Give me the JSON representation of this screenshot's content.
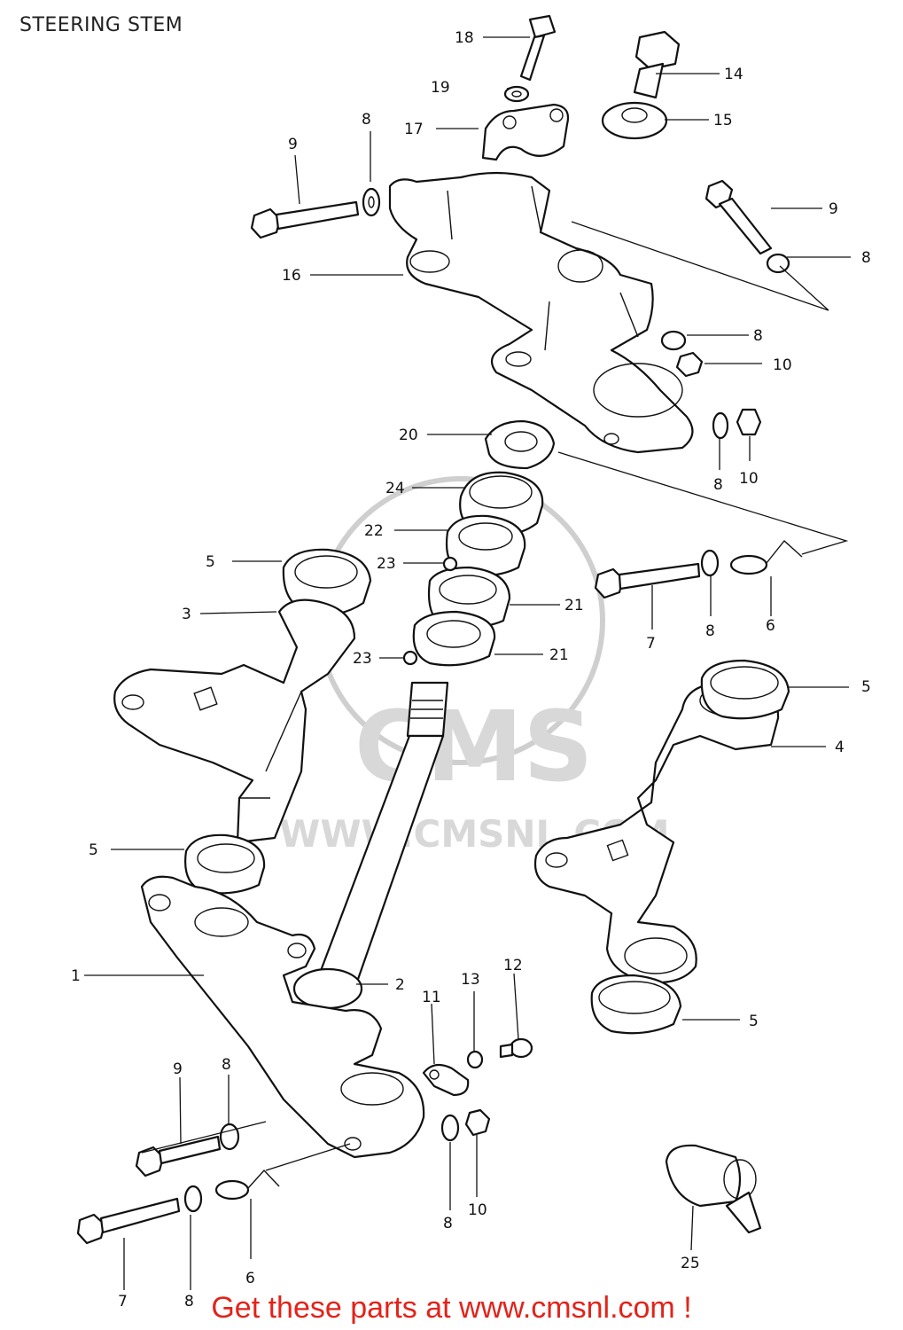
{
  "title": "STEERING STEM",
  "footer": "Get these parts at www.cmsnl.com !",
  "watermark": {
    "logo": "CMS",
    "url": "WWW.CMSNL.COM"
  },
  "callouts": [
    "18",
    "14",
    "19",
    "15",
    "17",
    "8",
    "9",
    "9",
    "8",
    "16",
    "8",
    "10",
    "20",
    "8",
    "10",
    "24",
    "22",
    "5",
    "23",
    "21",
    "3",
    "23",
    "21",
    "7",
    "8",
    "6",
    "5",
    "4",
    "5",
    "1",
    "2",
    "13",
    "12",
    "11",
    "5",
    "9",
    "8",
    "8",
    "10",
    "7",
    "8",
    "6",
    "25"
  ]
}
